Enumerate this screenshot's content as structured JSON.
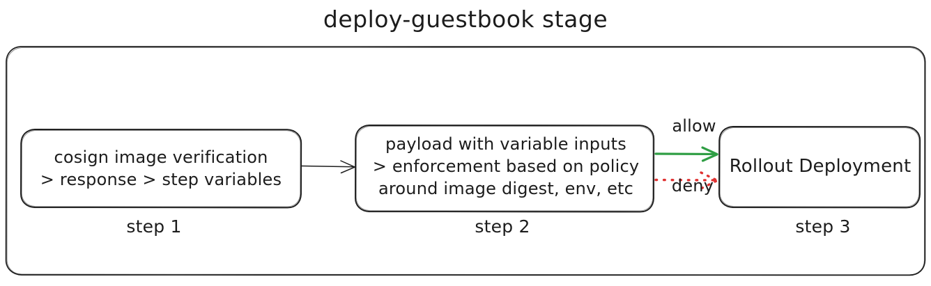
{
  "title": "deploy-guestbook stage",
  "colors": {
    "stroke": "#1e1e1e",
    "allow": "#2f9e44",
    "deny": "#e03131",
    "background": "#ffffff"
  },
  "container": {
    "name": "stage-container"
  },
  "nodes": [
    {
      "id": "step1",
      "lines": [
        "cosign image verification",
        "> response > step variables"
      ],
      "caption": "step 1"
    },
    {
      "id": "step2",
      "lines": [
        "payload with variable inputs",
        "> enforcement based on policy",
        "around image digest, env, etc"
      ],
      "caption": "step 2"
    },
    {
      "id": "step3",
      "lines": [
        "Rollout Deployment"
      ],
      "caption": "step 3"
    }
  ],
  "edges": [
    {
      "id": "edge-1-2",
      "label": "",
      "style": "solid",
      "color": "#1e1e1e"
    },
    {
      "id": "edge-allow",
      "label": "allow",
      "style": "solid",
      "color": "#2f9e44"
    },
    {
      "id": "edge-deny",
      "label": "deny",
      "style": "dotted",
      "color": "#e03131"
    }
  ]
}
